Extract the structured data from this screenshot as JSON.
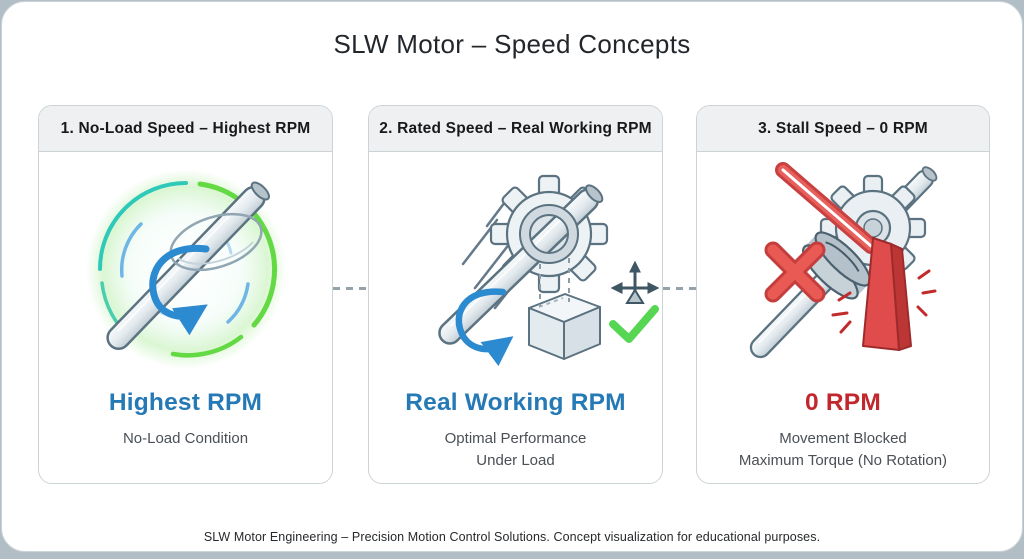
{
  "page": {
    "title": "SLW Motor – Speed Concepts",
    "footer": "SLW Motor Engineering – Precision Motion Control Solutions. Concept visualization for educational purposes."
  },
  "cards": [
    {
      "header": "1. No-Load Speed – Highest RPM",
      "value": "Highest RPM",
      "value_color": "#2579b5",
      "description": [
        "No-Load Condition"
      ],
      "icon": "spinning-shaft-no-load-icon"
    },
    {
      "header": "2. Rated Speed – Real Working RPM",
      "value": "Real Working RPM",
      "value_color": "#2579b5",
      "description": [
        "Optimal Performance",
        "Under Load"
      ],
      "icon": "gear-shaft-under-load-icon"
    },
    {
      "header": "3. Stall Speed – 0 RPM",
      "value": "0 RPM",
      "value_color": "#c1272d",
      "description": [
        "Movement Blocked",
        "Maximum Torque (No Rotation)"
      ],
      "icon": "blocked-gear-stall-icon"
    }
  ],
  "colors": {
    "accent_blue": "#2579b5",
    "alert_red": "#c1272d",
    "success_green": "#57d654",
    "glow_green": "#63d943",
    "ring_teal": "#2fc9b9",
    "ring_blue": "#6fb5e6",
    "card_border": "#ccd3d7",
    "header_bg": "#eef0f1",
    "outline_slate": "#5b7280"
  }
}
